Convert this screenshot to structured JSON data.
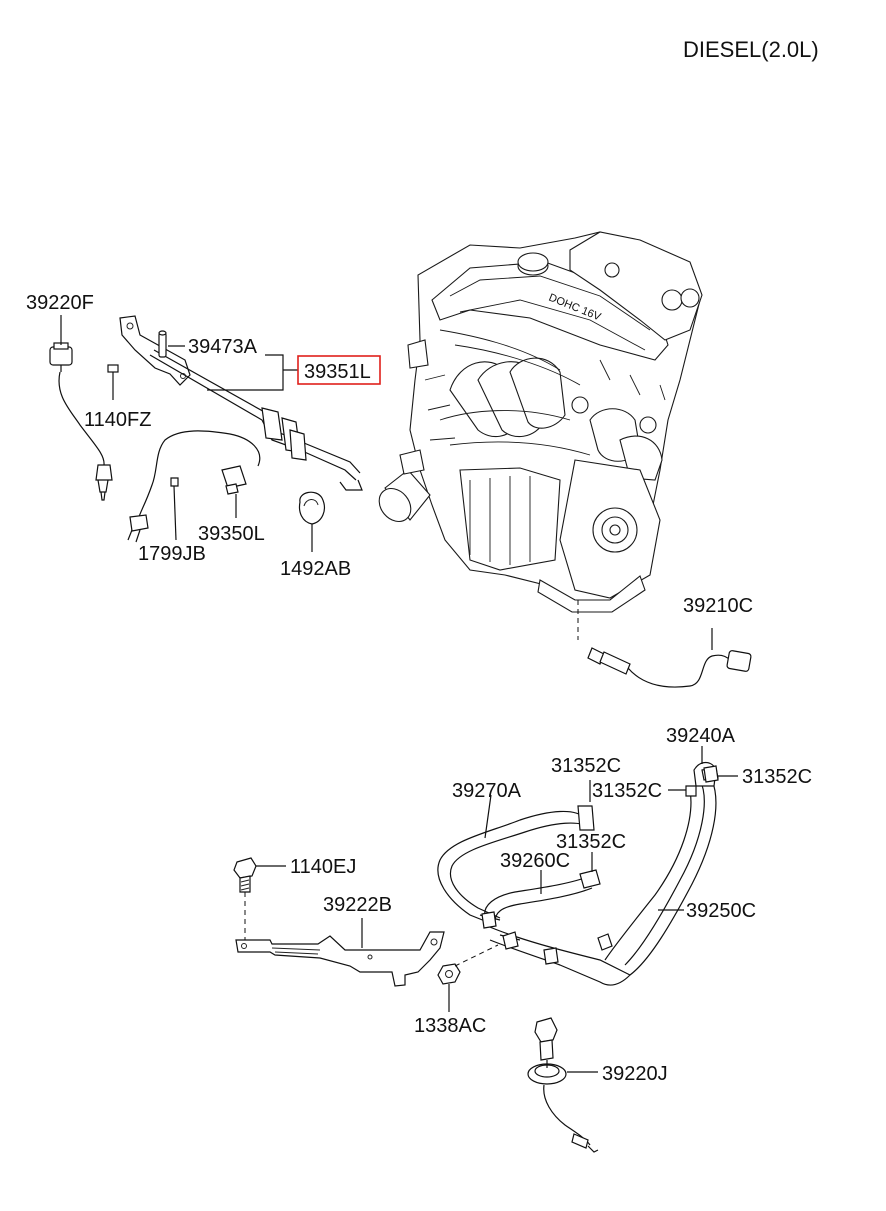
{
  "title": "DIESEL(2.0L)",
  "labels": {
    "p39220F": "39220F",
    "p39473A": "39473A",
    "p39351L": "39351L",
    "p1140FZ": "1140FZ",
    "p1799JB": "1799JB",
    "p39350L": "39350L",
    "p1492AB": "1492AB",
    "p39210C": "39210C",
    "p39240A": "39240A",
    "p31352C_a": "31352C",
    "p31352C_b": "31352C",
    "p31352C_c": "31352C",
    "p31352C_d": "31352C",
    "p39270A": "39270A",
    "p39260C": "39260C",
    "p39250C": "39250C",
    "p1140EJ": "1140EJ",
    "p39222B": "39222B",
    "p1338AC": "1338AC",
    "p39220J": "39220J"
  },
  "highlight": {
    "part": "39351L",
    "color": "#e0201b"
  }
}
